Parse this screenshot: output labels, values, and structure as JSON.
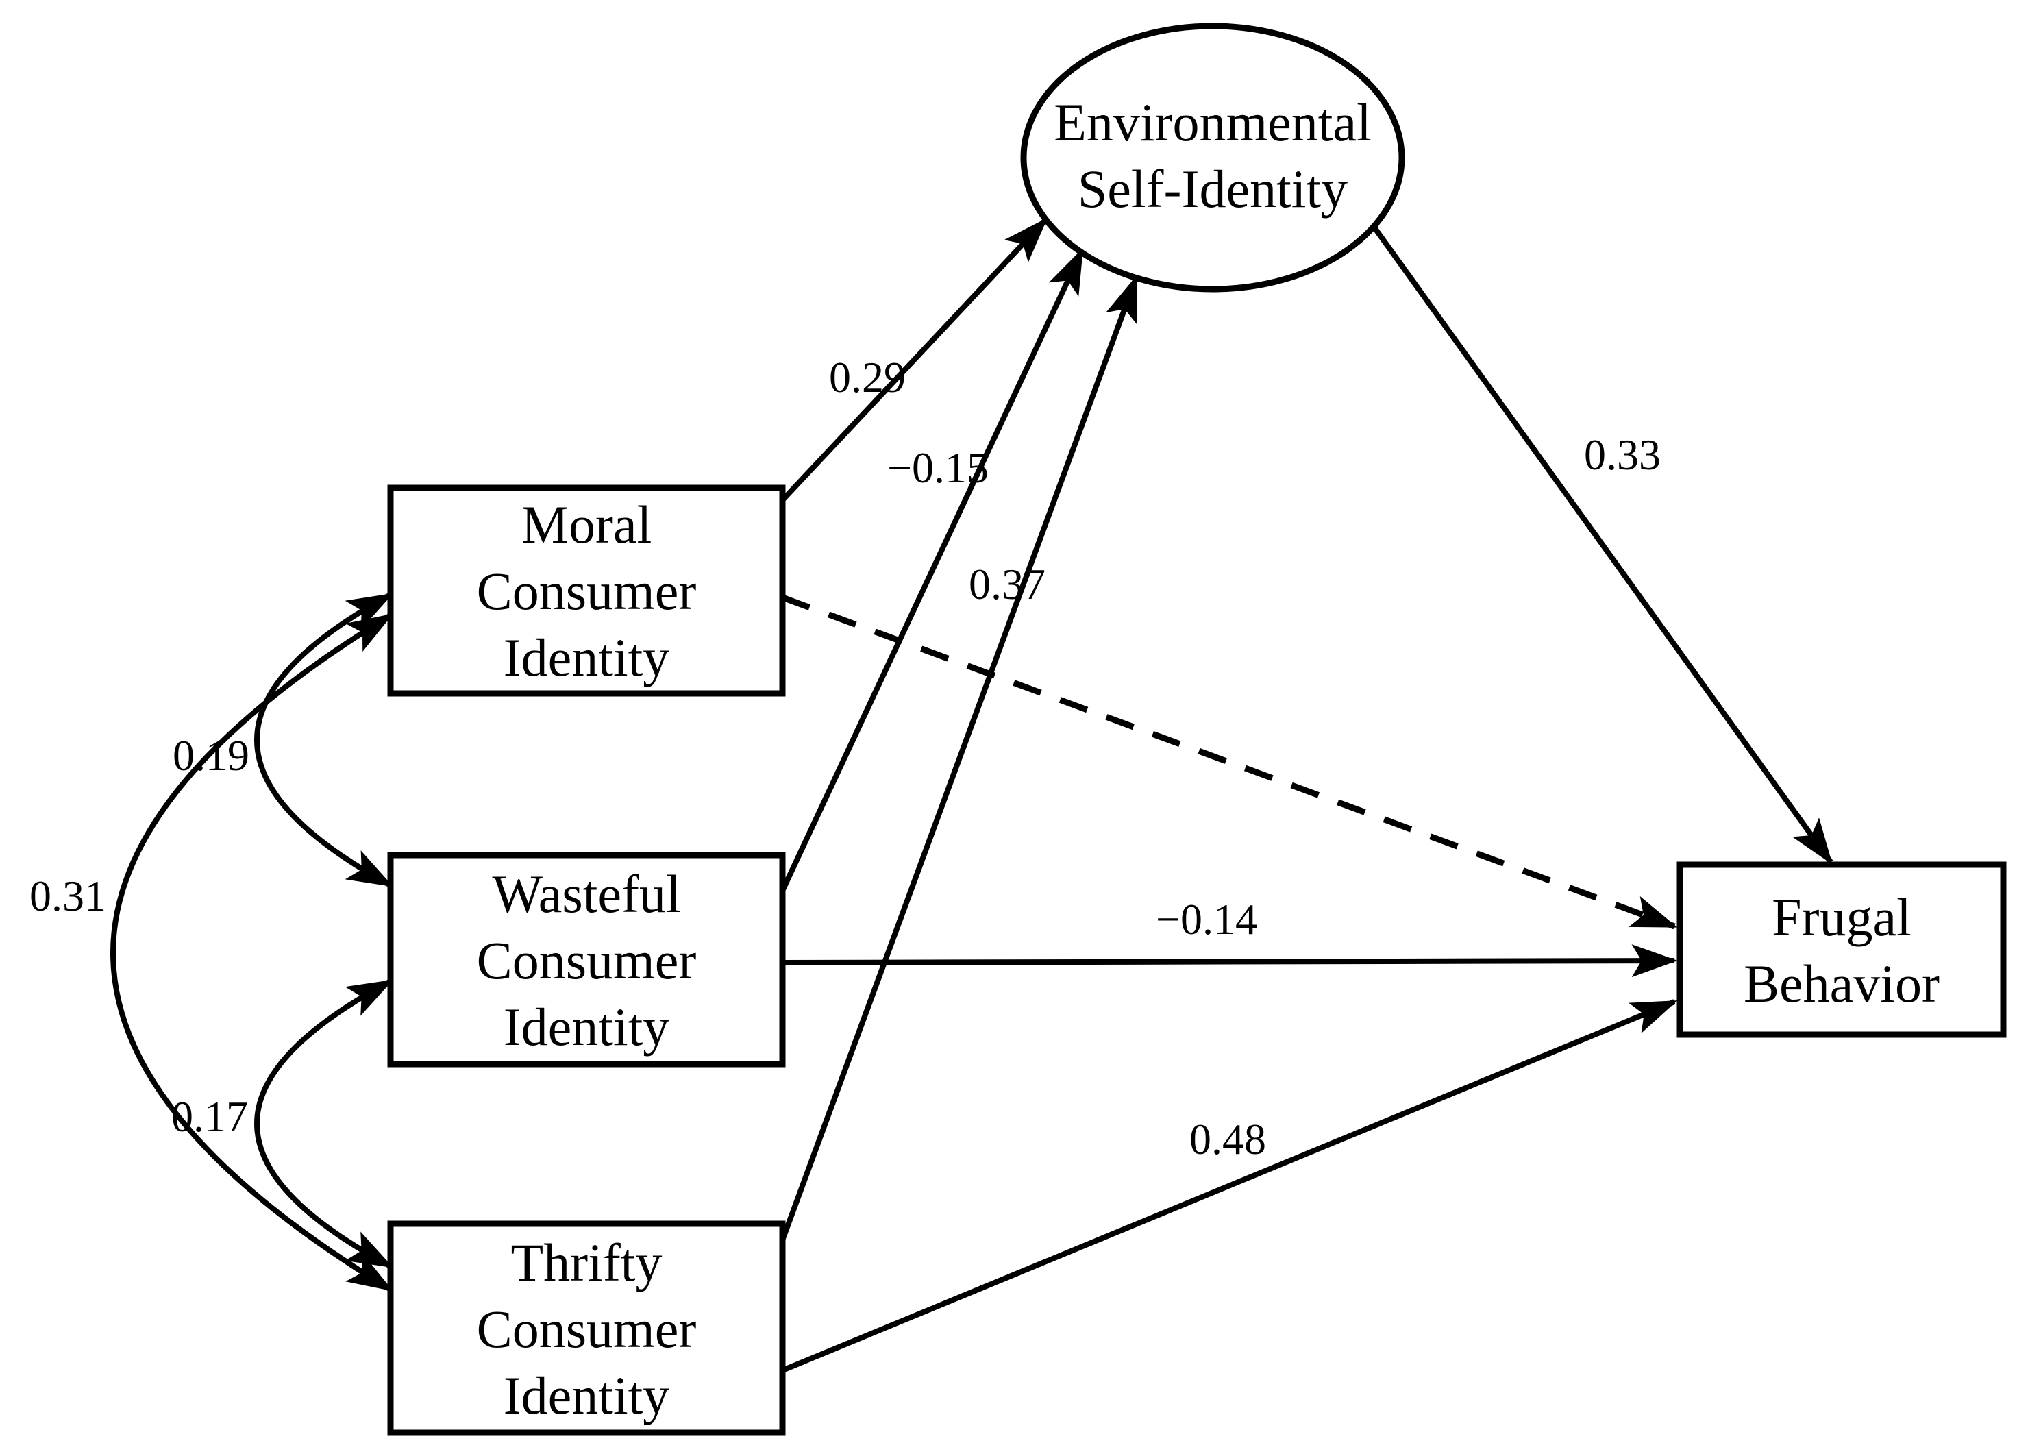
{
  "figure": {
    "background": "#ffffff",
    "stroke_color": "#000000",
    "text_color": "#000000",
    "kind": "structural-equation-model-path-diagram"
  },
  "nodes": {
    "environmental_self_identity": {
      "shape": "ellipse",
      "lines": [
        "Environmental",
        "Self-Identity"
      ]
    },
    "moral_consumer_identity": {
      "shape": "rect",
      "lines": [
        "Moral",
        "Consumer",
        "Identity"
      ]
    },
    "wasteful_consumer_identity": {
      "shape": "rect",
      "lines": [
        "Wasteful",
        "Consumer",
        "Identity"
      ]
    },
    "thrifty_consumer_identity": {
      "shape": "rect",
      "lines": [
        "Thrifty",
        "Consumer",
        "Identity"
      ]
    },
    "frugal_behavior": {
      "shape": "rect",
      "lines": [
        "Frugal",
        "Behavior"
      ]
    }
  },
  "paths": [
    {
      "from": "Moral Consumer Identity",
      "to": "Environmental Self-Identity",
      "coefficient": "0.29",
      "style": "solid"
    },
    {
      "from": "Wasteful Consumer Identity",
      "to": "Environmental Self-Identity",
      "coefficient": "−0.15",
      "style": "solid"
    },
    {
      "from": "Thrifty Consumer Identity",
      "to": "Environmental Self-Identity",
      "coefficient": "0.37",
      "style": "solid"
    },
    {
      "from": "Environmental Self-Identity",
      "to": "Frugal Behavior",
      "coefficient": "0.33",
      "style": "solid"
    },
    {
      "from": "Moral Consumer Identity",
      "to": "Frugal Behavior",
      "coefficient": "",
      "style": "dashed"
    },
    {
      "from": "Wasteful Consumer Identity",
      "to": "Frugal Behavior",
      "coefficient": "−0.14",
      "style": "solid"
    },
    {
      "from": "Thrifty Consumer Identity",
      "to": "Frugal Behavior",
      "coefficient": "0.48",
      "style": "solid"
    }
  ],
  "correlations": [
    {
      "between": [
        "Moral Consumer Identity",
        "Wasteful Consumer Identity"
      ],
      "coefficient": "0.19"
    },
    {
      "between": [
        "Wasteful Consumer Identity",
        "Thrifty Consumer Identity"
      ],
      "coefficient": "0.17"
    },
    {
      "between": [
        "Moral Consumer Identity",
        "Thrifty Consumer Identity"
      ],
      "coefficient": "0.31"
    }
  ]
}
